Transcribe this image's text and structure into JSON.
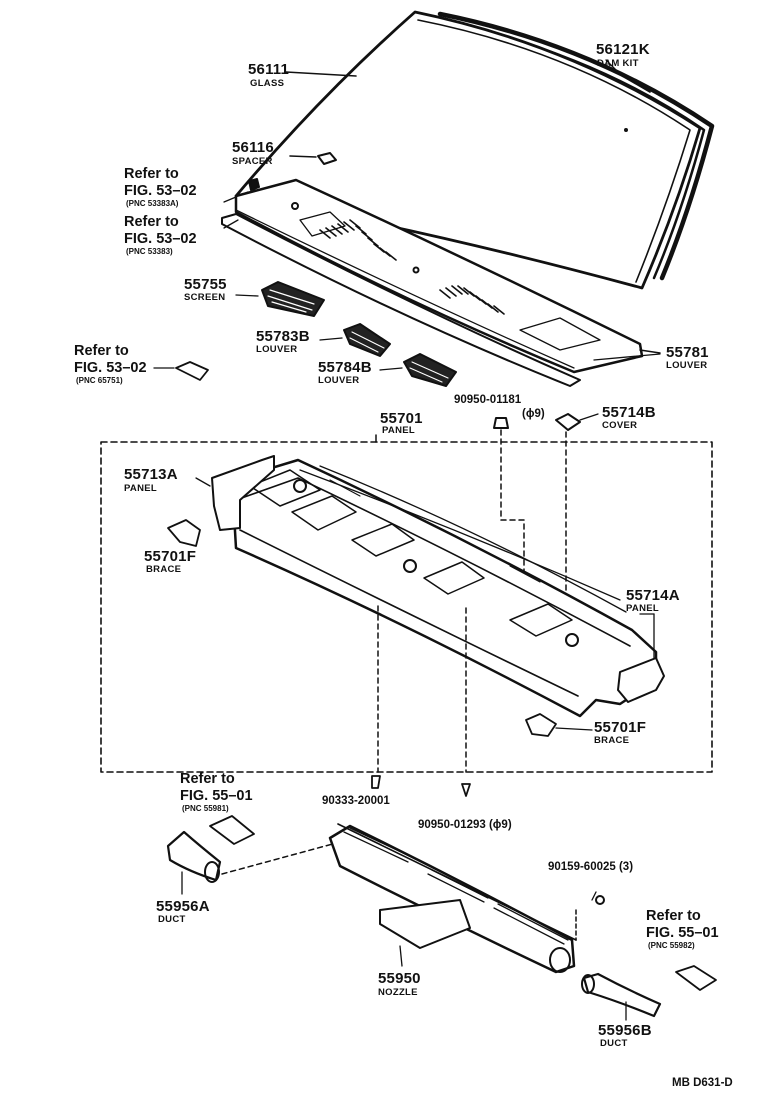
{
  "parts": {
    "glass": {
      "pn": "56111",
      "name": "GLASS"
    },
    "dam_kit": {
      "pn": "56121K",
      "name": "DAM KIT"
    },
    "spacer": {
      "pn": "56116",
      "name": "SPACER"
    },
    "screen": {
      "pn": "55755",
      "name": "SCREEN"
    },
    "louver_b": {
      "pn": "55783B",
      "name": "LOUVER"
    },
    "louver_b2": {
      "pn": "55784B",
      "name": "LOUVER"
    },
    "louver": {
      "pn": "55781",
      "name": "LOUVER"
    },
    "clip_top": {
      "pn": "90950-01181",
      "note": "(ϕ9)"
    },
    "cover": {
      "pn": "55714B",
      "name": "COVER"
    },
    "panel": {
      "pn": "55701",
      "name": "PANEL"
    },
    "panel_a": {
      "pn": "55713A",
      "name": "PANEL"
    },
    "brace_left": {
      "pn": "55701F",
      "name": "BRACE"
    },
    "panel_right": {
      "pn": "55714A",
      "name": "PANEL"
    },
    "brace_right": {
      "pn": "55701F",
      "name": "BRACE"
    },
    "clip_left": {
      "pn": "90333-20001"
    },
    "clip_right": {
      "pn": "90950-01293 (ϕ9)"
    },
    "screw": {
      "pn": "90159-60025 (3)"
    },
    "duct_a": {
      "pn": "55956A",
      "name": "DUCT"
    },
    "nozzle": {
      "pn": "55950",
      "name": "NOZZLE"
    },
    "duct_b": {
      "pn": "55956B",
      "name": "DUCT"
    }
  },
  "refs": {
    "ref1": {
      "line1": "Refer to",
      "line2": "FIG. 53–02",
      "pnc": "(PNC 53383A)"
    },
    "ref2": {
      "line1": "Refer to",
      "line2": "FIG. 53–02",
      "pnc": "(PNC 53383)"
    },
    "ref3": {
      "line1": "Refer to",
      "line2": "FIG. 53–02",
      "pnc": "(PNC 65751)"
    },
    "ref4": {
      "line1": "Refer to",
      "line2": "FIG. 55–01",
      "pnc": "(PNC 55981)"
    },
    "ref5": {
      "line1": "Refer to",
      "line2": "FIG. 55–01",
      "pnc": "(PNC 55982)"
    }
  },
  "figure_code": "MB D631-D"
}
